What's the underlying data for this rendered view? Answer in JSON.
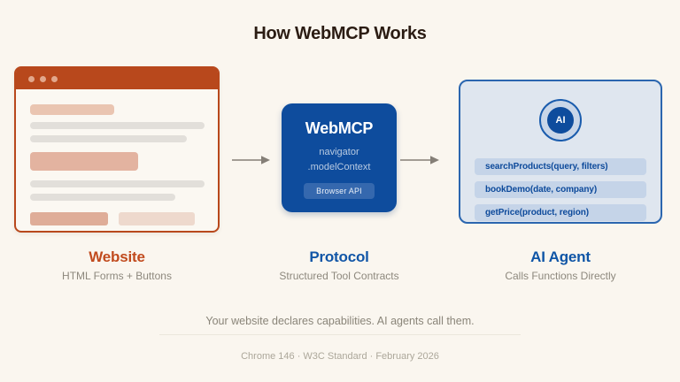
{
  "title": "How WebMCP Works",
  "website": {
    "label": "Website",
    "sublabel": "HTML Forms + Buttons"
  },
  "protocol": {
    "card_title": "WebMCP",
    "card_line1": "navigator",
    "card_line2": ".modelContext",
    "badge": "Browser API",
    "label": "Protocol",
    "sublabel": "Structured Tool Contracts"
  },
  "agent": {
    "avatar_text": "AI",
    "functions": [
      "searchProducts(query, filters)",
      "bookDemo(date, company)",
      "getPrice(product, region)"
    ],
    "label": "AI Agent",
    "sublabel": "Calls Functions Directly"
  },
  "footer": {
    "tagline": "Your website declares capabilities. AI agents call them.",
    "meta": "Chrome 146 · W3C Standard · February 2026"
  },
  "colors": {
    "background": "#FAF6EF",
    "rust": "#B8481C",
    "rust_label": "#C14B1E",
    "blue": "#0E4C9D",
    "blue_label": "#1256A7",
    "panel_light_blue": "#DFE6EF",
    "pill_blue": "#C5D4E8",
    "gray_text": "#8D887D"
  }
}
